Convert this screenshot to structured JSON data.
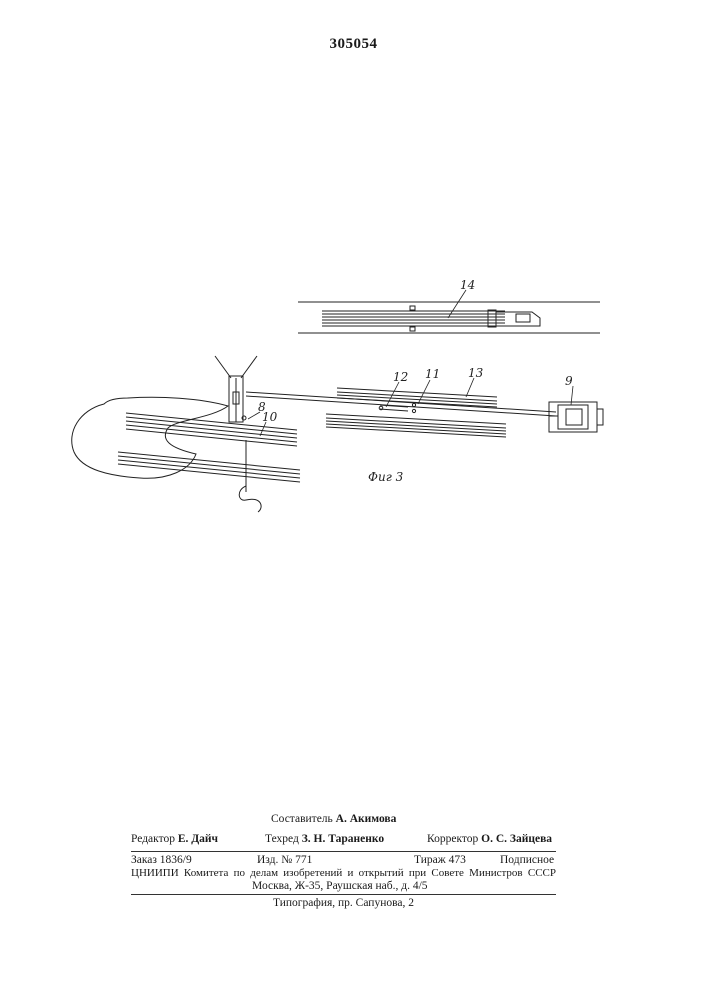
{
  "patent_number": "305054",
  "figure": {
    "caption": "Фиг 3",
    "labels": {
      "l14": "14",
      "l12": "12",
      "l11": "11",
      "l13": "13",
      "l9": "9",
      "l8": "8",
      "l10": "10"
    }
  },
  "imprint": {
    "compiler_role": "Составитель",
    "compiler_name": "А. Акимова",
    "editor_role": "Редактор",
    "editor_name": "Е. Дайч",
    "techred_role": "Техред",
    "techred_name": "З. Н. Тараненко",
    "corrector_role": "Корректор",
    "corrector_name": "О. С. Зайцева",
    "order": "Заказ 1836/9",
    "edition": "Изд. № 771",
    "circulation": "Тираж 473",
    "subscription": "Подписное",
    "publisher_line": "ЦНИИПИ Комитета по делам изобретений и открытий при Совете Министров СССР",
    "address": "Москва, Ж-35, Раушская наб., д. 4/5",
    "printing_house": "Типография, пр. Сапунова, 2"
  }
}
